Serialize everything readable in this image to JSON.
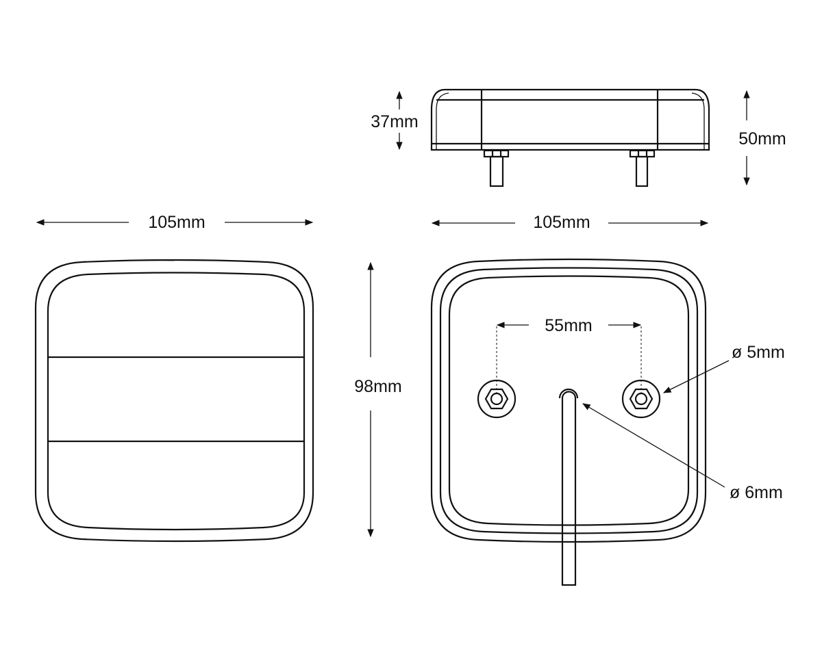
{
  "title": "Lamp dimension drawing",
  "front_view": {
    "width_label": "105mm",
    "height_label": "98mm"
  },
  "side_view": {
    "width_label": "105mm",
    "depth_label": "37mm",
    "total_depth_label": "50mm"
  },
  "rear_view": {
    "stud_spacing_label": "55mm",
    "stud_diameter_label": "ø 5mm",
    "cable_diameter_label": "ø 6mm"
  },
  "colors": {
    "line": "#111111",
    "background": "#ffffff"
  }
}
